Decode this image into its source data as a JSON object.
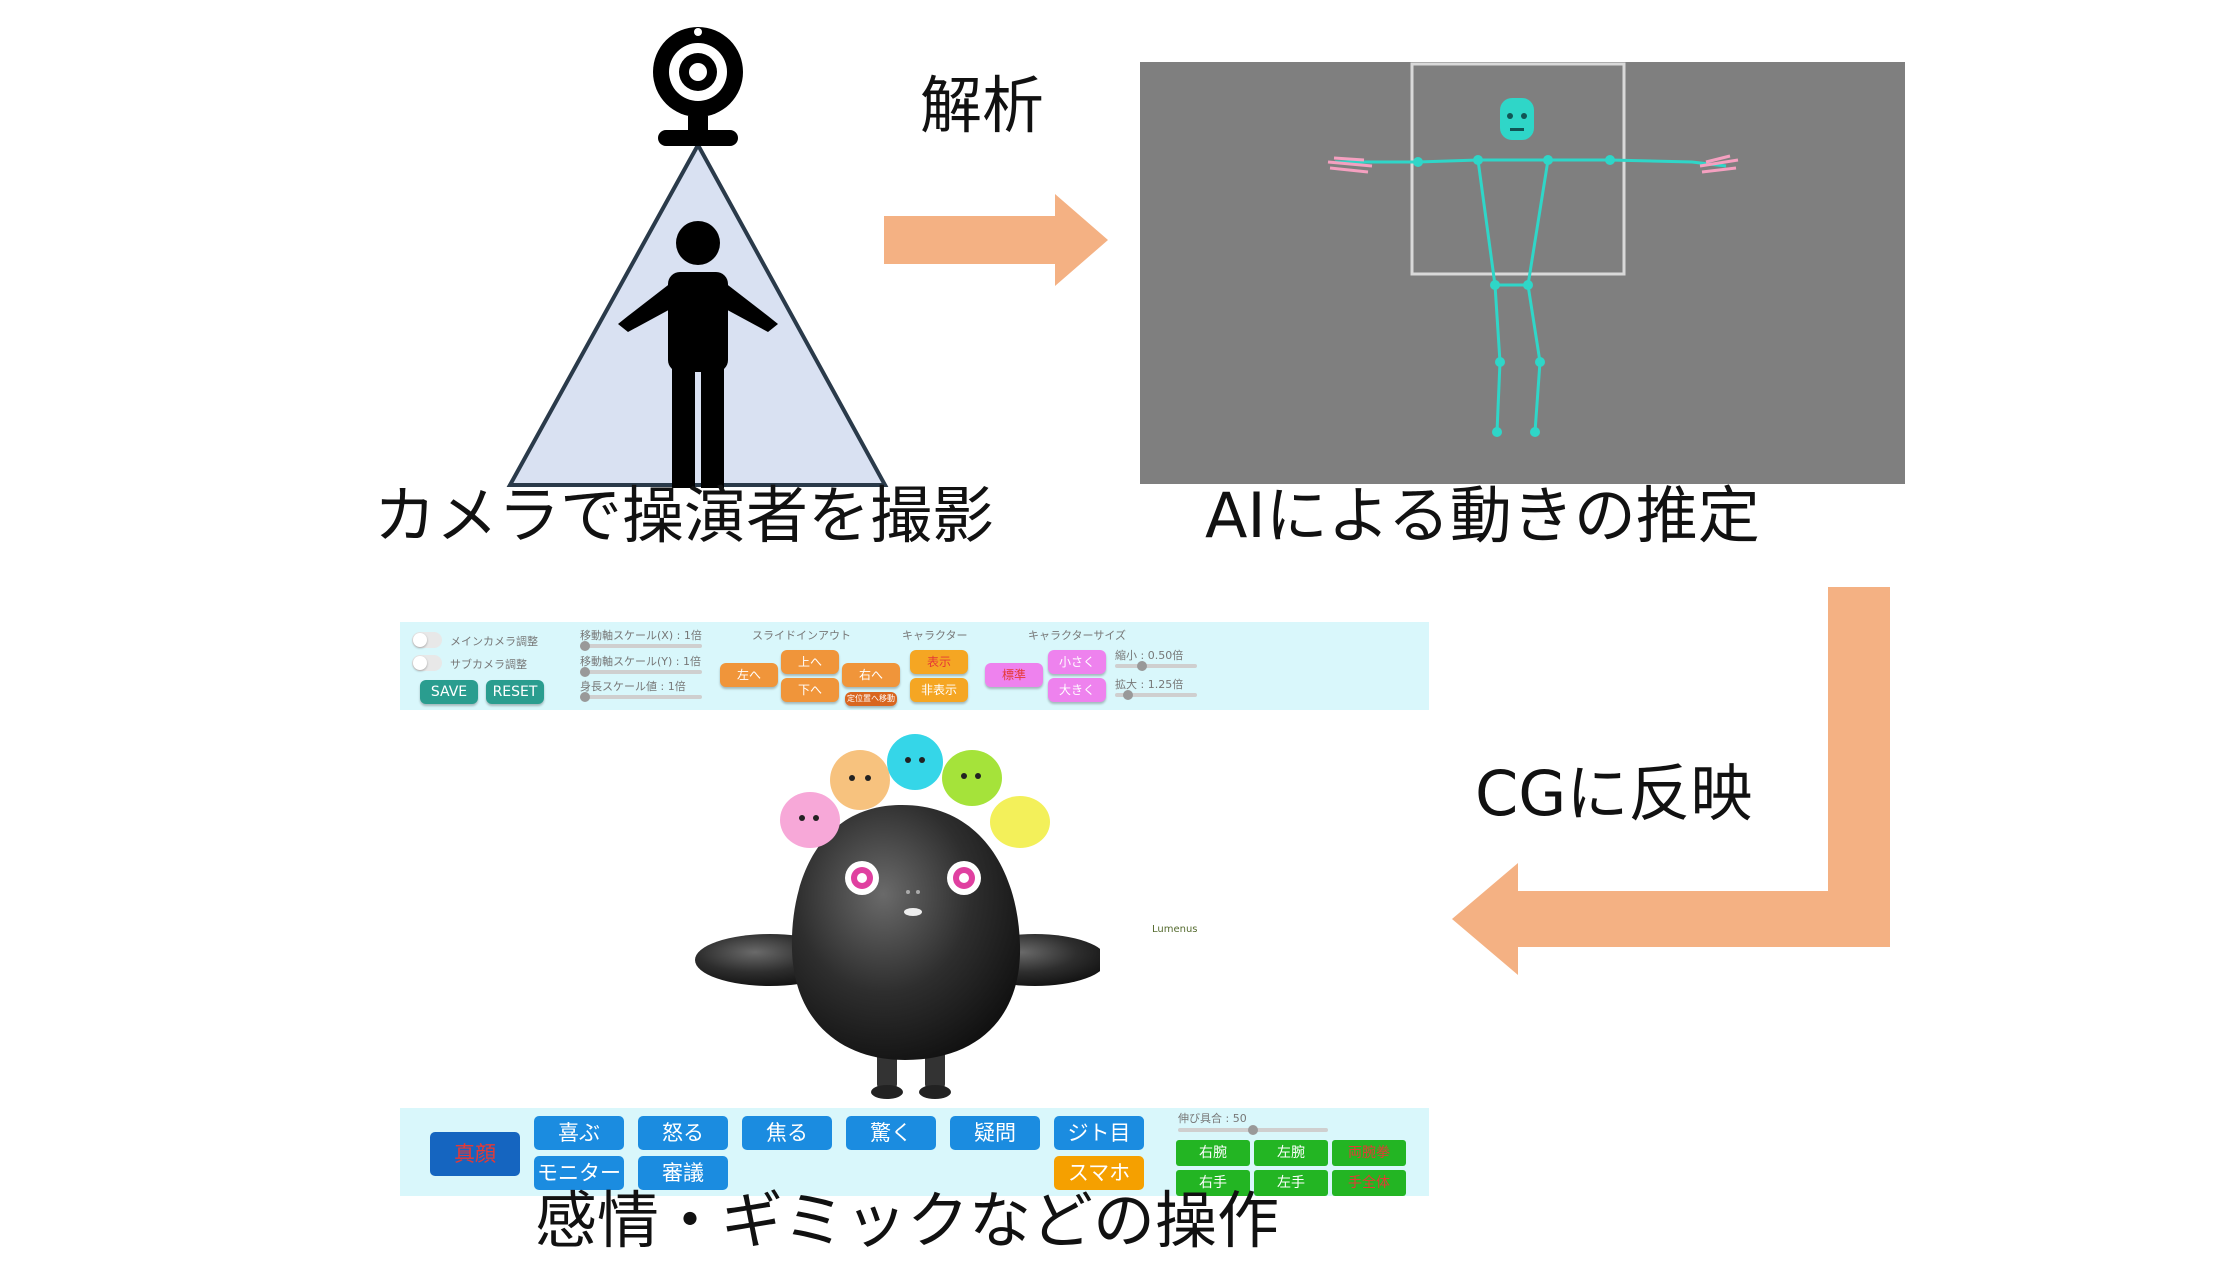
{
  "steps": {
    "capture": "カメラで操演者を撮影",
    "analysis_label": "解析",
    "estimate": "AIによる動きの推定",
    "reflect_label": "CGに反映",
    "operate": "感情・ギミックなどの操作"
  },
  "top_panel": {
    "toggles": [
      "メインカメラ調整",
      "サブカメラ調整"
    ],
    "save": "SAVE",
    "reset": "RESET",
    "scale_labels": [
      "移動軸スケール(X) : 1倍",
      "移動軸スケール(Y) : 1倍",
      "身長スケール値 : 1倍"
    ],
    "slide_in_out": {
      "title": "スライドインアウト",
      "left": "左へ",
      "up": "上へ",
      "right": "右へ",
      "down": "下へ",
      "default_pos": "定位置へ移動"
    },
    "character": {
      "title": "キャラクター",
      "show": "表示",
      "hide": "非表示"
    },
    "character_size": {
      "title": "キャラクターサイズ",
      "default": "標準",
      "smaller": "小さく",
      "bigger": "大きく",
      "min_label": "縮小 : 0.50倍",
      "max_label": "拡大 : 1.25倍"
    }
  },
  "viewer": {
    "label": "Lumenus"
  },
  "bottom_panel": {
    "reset_button": "真顔",
    "emotions": [
      "喜ぶ",
      "怒る",
      "焦る",
      "驚く",
      "疑問",
      "ジト目"
    ],
    "extras": [
      "モニター",
      "審議"
    ],
    "phone": "スマホ",
    "stretch_label": "伸び具合 : 50",
    "arms": [
      "右腕",
      "左腕",
      "両腕拳"
    ],
    "hands": [
      "右手",
      "左手",
      "手全体"
    ]
  },
  "colors": {
    "arrow": "#f4b183",
    "panel_bg": "#d9f7fb",
    "pose_bg": "#7f7f7f",
    "skeleton": "#2fd6c8",
    "triangle_fill": "#d9e1f2",
    "emotion_button": "#1b8ce0",
    "green_button": "#23b523",
    "orange_button": "#f0953a",
    "pink_button": "#ee82ee"
  },
  "icons": [
    "webcam-icon",
    "person-icon",
    "right-arrow-icon",
    "down-left-arrow-icon"
  ]
}
